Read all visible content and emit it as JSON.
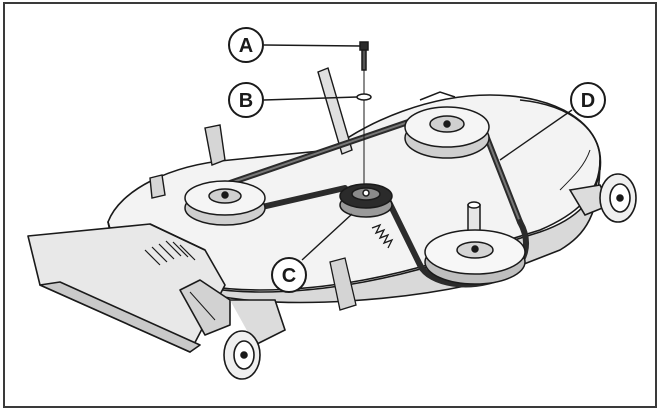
{
  "figure": {
    "colors": {
      "frame": "#3a3a3a",
      "line": "#1a1a1a",
      "shade_light": "#f3f3f3",
      "shade_mid": "#d9d9d9",
      "shade_dark": "#b5b5b5",
      "belt": "#2b2b2b",
      "callout_fill": "#ffffff"
    },
    "callouts": [
      {
        "id": "A",
        "label": "A",
        "points_to": "bolt"
      },
      {
        "id": "B",
        "label": "B",
        "points_to": "washer"
      },
      {
        "id": "C",
        "label": "C",
        "points_to": "idler-pulley"
      },
      {
        "id": "D",
        "label": "D",
        "points_to": "belt"
      }
    ]
  }
}
